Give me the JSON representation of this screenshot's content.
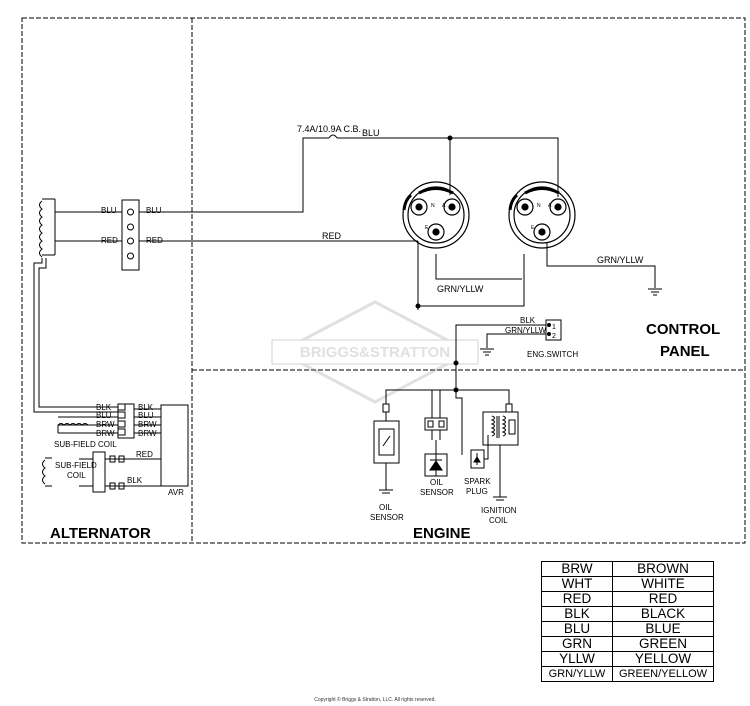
{
  "sections": {
    "alternator": "ALTERNATOR",
    "engine": "ENGINE",
    "control_panel_line1": "CONTROL",
    "control_panel_line2": "PANEL"
  },
  "labels": {
    "breaker": "7.4A/10.9A C.B.",
    "blu_top": "BLU",
    "blu_left": "BLU",
    "blu_right": "BLU",
    "red_left": "RED",
    "red_right": "RED",
    "red_mid": "RED",
    "grn_yllw_right": "GRN/YLLW",
    "grn_yllw_mid": "GRN/YLLW",
    "switch_blk": "BLK",
    "switch_grn_yllw": "GRN/YLLW",
    "switch_pin1": "1",
    "switch_pin2": "2",
    "eng_switch": "ENG.SWITCH",
    "avr_blk1_l": "BLK",
    "avr_blk1_r": "BLK",
    "avr_blu_l": "BLU",
    "avr_blu_r": "BLU",
    "avr_brw1_l": "BRW",
    "avr_brw1_r": "BRW",
    "avr_brw2_l": "BRW",
    "avr_brw2_r": "BRW",
    "sub_field_coil_1": "SUB-FIELD COIL",
    "sub_field_coil_2a": "SUB-FIELD",
    "sub_field_coil_2b": "COIL",
    "avr_red": "RED",
    "avr_blk2": "BLK",
    "avr": "AVR",
    "oil_sensor_1a": "OIL",
    "oil_sensor_1b": "SENSOR",
    "oil_sensor_2a": "OIL",
    "oil_sensor_2b": "SENSOR",
    "spark_plug_a": "SPARK",
    "spark_plug_b": "PLUG",
    "ignition_coil_a": "IGNITION",
    "ignition_coil_b": "COIL",
    "outlet_n": "N",
    "outlet_a": "A",
    "outlet_e": "E",
    "watermark": "BRIGGS&STRATTON"
  },
  "legend": [
    {
      "code": "BRW",
      "color": "BROWN"
    },
    {
      "code": "WHT",
      "color": "WHITE"
    },
    {
      "code": "RED",
      "color": "RED"
    },
    {
      "code": "BLK",
      "color": "BLACK"
    },
    {
      "code": "BLU",
      "color": "BLUE"
    },
    {
      "code": "GRN",
      "color": "GREEN"
    },
    {
      "code": "YLLW",
      "color": "YELLOW"
    },
    {
      "code": "GRN/YLLW",
      "color": "GREEN/YELLOW"
    }
  ],
  "copyright": "Copyright © Briggs & Stratton, LLC. All rights reserved."
}
